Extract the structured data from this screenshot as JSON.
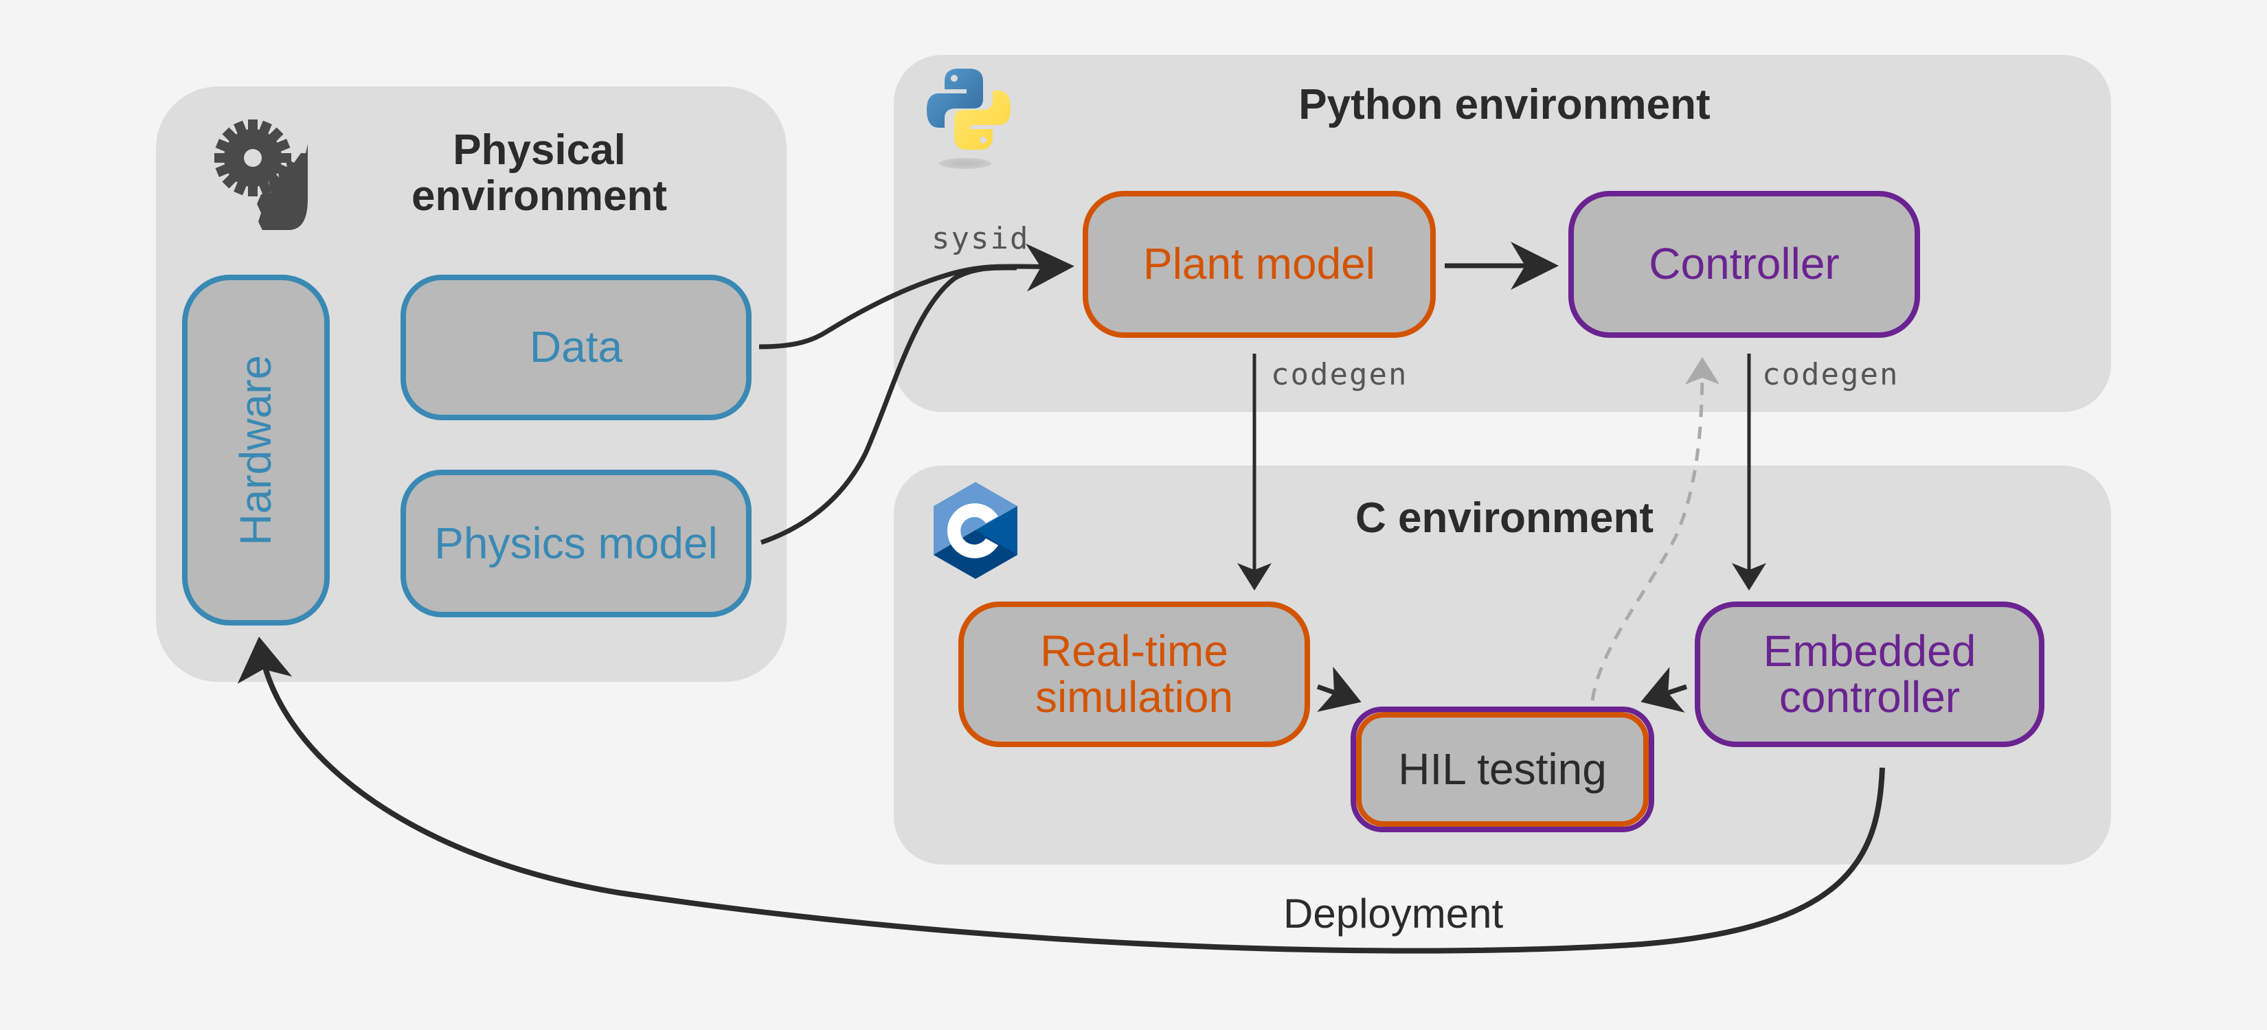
{
  "panels": {
    "physical": {
      "title_line1": "Physical",
      "title_line2": "environment",
      "icon": "gears-icon"
    },
    "python": {
      "title": "Python environment",
      "icon": "python-logo-icon"
    },
    "c": {
      "title": "C environment",
      "icon": "c-logo-icon"
    }
  },
  "nodes": {
    "hardware": "Hardware",
    "data": "Data",
    "physics_model": "Physics model",
    "plant_model": "Plant model",
    "controller": "Controller",
    "realtime_line1": "Real-time",
    "realtime_line2": "simulation",
    "embedded_line1": "Embedded",
    "embedded_line2": "controller",
    "hil": "HIL testing"
  },
  "edge_labels": {
    "sysid": "sysid",
    "codegen_plant": "codegen",
    "codegen_controller": "codegen",
    "deployment": "Deployment"
  },
  "colors": {
    "physical": "#3a89b4",
    "plant": "#d35400",
    "controller": "#6a2390",
    "panel": "#dddddd",
    "node_fill": "#b9b9b9",
    "arrow": "#2b2b2b",
    "dashed_arrow": "#aaaaaa"
  }
}
